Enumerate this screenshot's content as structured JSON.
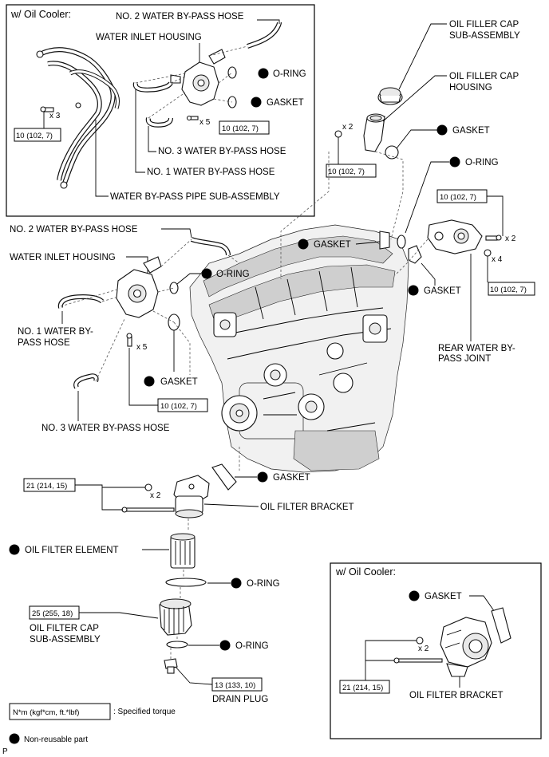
{
  "inset_top": {
    "title": "w/ Oil Cooler:",
    "labels": {
      "hose2": "NO. 2 WATER BY-PASS HOSE",
      "inlet": "WATER INLET HOUSING",
      "oring": "O-RING",
      "gasket": "GASKET",
      "hose3": "NO. 3 WATER BY-PASS HOSE",
      "hose1": "NO. 1 WATER BY-PASS HOSE",
      "pipe": "WATER BY-PASS PIPE SUB-ASSEMBLY"
    },
    "qty_bolt": "x 3",
    "qty_inlet": "x 5",
    "torque_a": "10 (102, 7)",
    "torque_b": "10 (102, 7)"
  },
  "upper_right": {
    "filler_cap": [
      "OIL FILLER CAP",
      "SUB-ASSEMBLY"
    ],
    "filler_housing": [
      "OIL FILLER CAP",
      "HOUSING"
    ],
    "gasket": "GASKET",
    "oring": "O-RING",
    "qty_filler": "x 2",
    "torque_filler": "10 (102, 7)",
    "torque_joint_top": "10 (102, 7)",
    "qty_joint_a": "x 2",
    "qty_joint_b": "x 4",
    "torque_joint_bottom": "10 (102, 7)",
    "gasket_left": "GASKET",
    "gasket_right": "GASKET",
    "joint": [
      "REAR WATER BY-",
      "PASS JOINT"
    ]
  },
  "main_left": {
    "hose2": "NO. 2 WATER BY-PASS HOSE",
    "inlet": "WATER INLET HOUSING",
    "oring": "O-RING",
    "hose1": [
      "NO. 1 WATER BY-",
      "PASS HOSE"
    ],
    "qty_inlet": "x 5",
    "gasket": "GASKET",
    "torque_inlet": "10 (102, 7)",
    "hose3": "NO. 3 WATER BY-PASS HOSE"
  },
  "lower": {
    "torque_bracket": "21 (214, 15)",
    "qty_bracket": "x 2",
    "gasket": "GASKET",
    "bracket": "OIL FILTER BRACKET",
    "element": "OIL FILTER ELEMENT",
    "oring1": "O-RING",
    "torque_cap": "25 (255, 18)",
    "filter_cap": [
      "OIL FILTER CAP",
      "SUB-ASSEMBLY"
    ],
    "oring2": "O-RING",
    "torque_drain": "13 (133, 10)",
    "drain": "DRAIN PLUG"
  },
  "inset_bottom": {
    "title": "w/ Oil Cooler:",
    "gasket": "GASKET",
    "qty": "x 2",
    "torque": "21 (214, 15)",
    "bracket": "OIL FILTER BRACKET"
  },
  "legend": {
    "torque_units": "N*m (kgf*cm, ft.*lbf)",
    "torque_desc": ": Specified torque",
    "nonreusable": "Non-reusable part",
    "corner": "P"
  }
}
